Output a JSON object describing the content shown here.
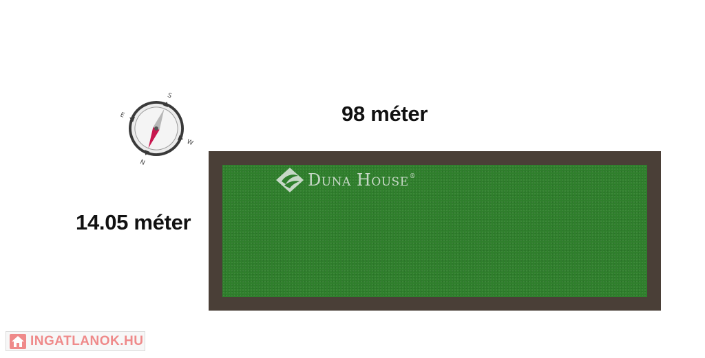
{
  "dimensions": {
    "width_label": "98 méter",
    "height_label": "14.05 méter"
  },
  "compass": {
    "icon": "compass-icon",
    "letters": [
      "S",
      "W",
      "N",
      "E"
    ]
  },
  "plot": {
    "border_color": "#4a3f37",
    "fill_color": "#2f7f2c"
  },
  "watermark": {
    "text": "Duna House",
    "registered": "®",
    "icon": "duna-house-logo"
  },
  "site_badge": {
    "text": "INGATLANOK.HU",
    "icon": "house-icon",
    "color": "#ef8a8a"
  }
}
